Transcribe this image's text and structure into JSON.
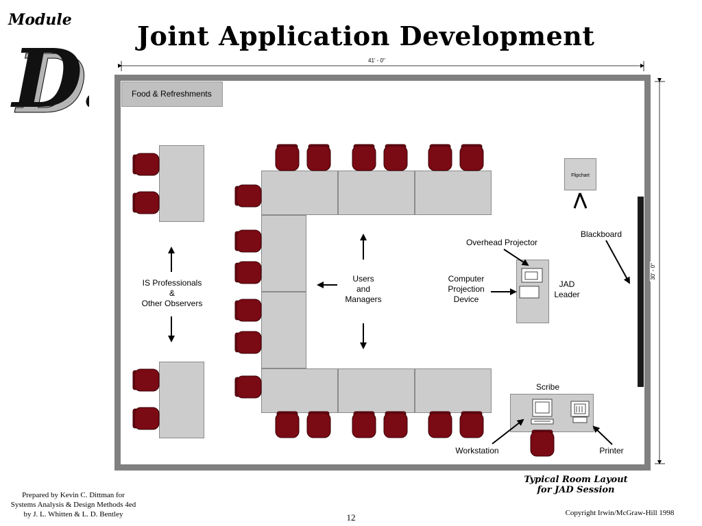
{
  "header": {
    "logo_module": "Module",
    "logo_letter": "D.",
    "title": "Joint Application Development"
  },
  "dimensions": {
    "width": "41' - 0\"",
    "height": "30' - 0\""
  },
  "room": {
    "food": "Food & Refreshments",
    "flipchart": "Flipchart",
    "blackboard": "Blackboard",
    "overhead_projector": "Overhead Projector",
    "computer_projection": [
      "Computer",
      "Projection",
      "Device"
    ],
    "jad_leader": [
      "JAD",
      "Leader"
    ],
    "users": [
      "Users",
      "and",
      "Managers"
    ],
    "is_professionals": [
      "IS Professionals",
      "&",
      "Other Observers"
    ],
    "scribe": "Scribe",
    "workstation": "Workstation",
    "printer": "Printer"
  },
  "caption": [
    "Typical Room Layout",
    "for JAD Session"
  ],
  "footer": {
    "prepared": [
      "Prepared by Kevin C. Dittman for",
      "Systems Analysis & Design Methods 4ed",
      "by J. L. Whitten & L. D. Bentley"
    ],
    "page": "12",
    "copyright": "Copyright Irwin/McGraw-Hill 1998"
  },
  "colors": {
    "wall": "#808080",
    "table": "#cccccc",
    "chair": "#7a0a14",
    "blackboard": "#1a1a1a"
  }
}
